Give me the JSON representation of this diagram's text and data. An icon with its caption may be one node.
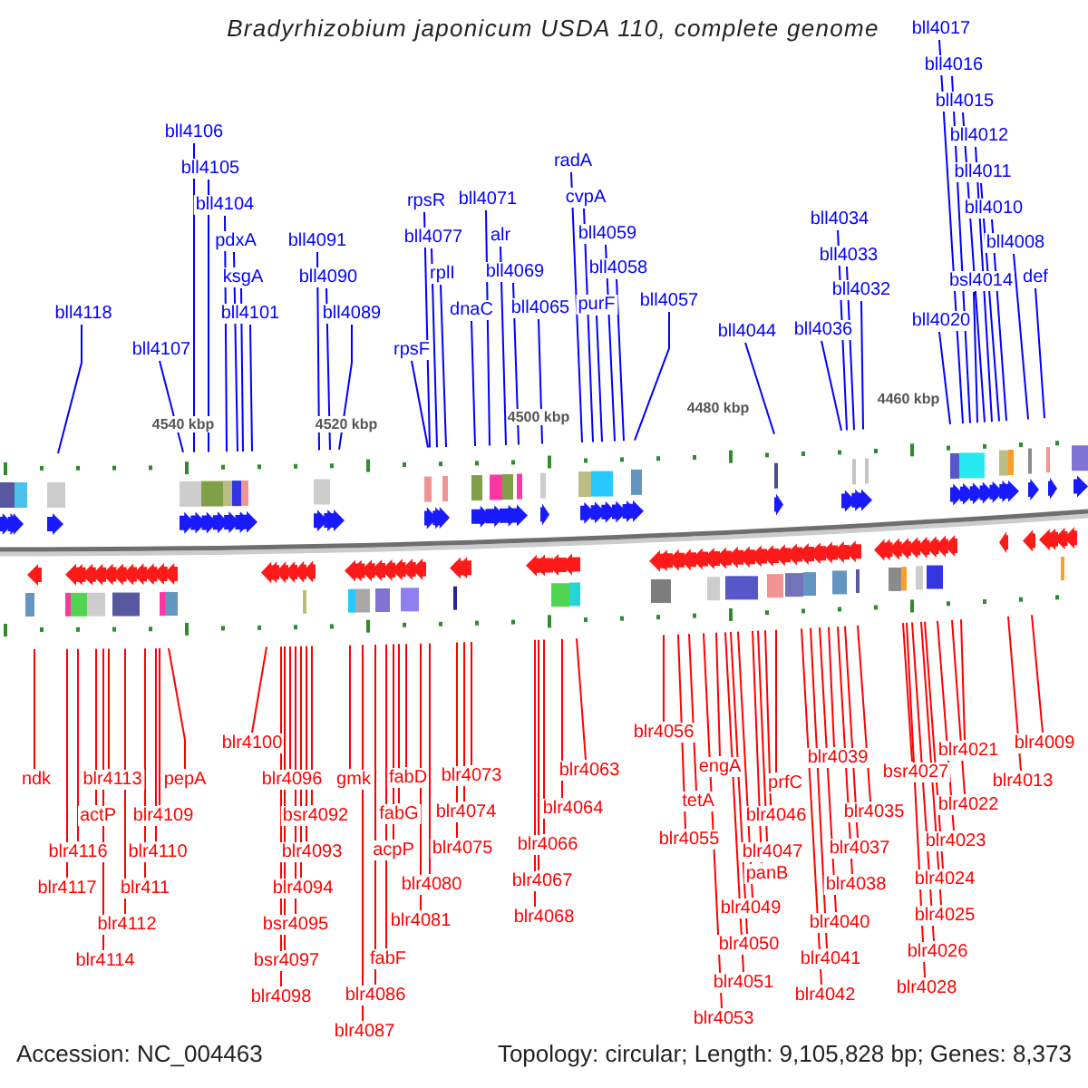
{
  "diagram": {
    "title": "Bradyrhizobium japonicum USDA 110, complete genome",
    "nodes": [
      {
        "text": [
          "bll4118"
        ]
      },
      {
        "text": [
          "bll4107"
        ]
      },
      {
        "text": [
          "bll4106"
        ]
      },
      {
        "text": [
          "bll4105"
        ]
      },
      {
        "text": [
          "bll4104"
        ]
      },
      {
        "text": [
          "pdxA"
        ]
      },
      {
        "text": [
          "ksgA"
        ]
      },
      {
        "text": [
          "bll4101"
        ]
      },
      {
        "text": [
          "bll4091"
        ]
      },
      {
        "text": [
          "bll4090"
        ]
      },
      {
        "text": [
          "bll4089"
        ]
      },
      {
        "text": [
          "rpsF"
        ]
      },
      {
        "text": [
          "rpsR"
        ]
      },
      {
        "text": [
          "bll4077"
        ]
      },
      {
        "text": [
          "rplI"
        ]
      },
      {
        "text": [
          "dnaC"
        ]
      },
      {
        "text": [
          "bll4071"
        ]
      },
      {
        "text": [
          "alr"
        ]
      },
      {
        "text": [
          "bll4069"
        ]
      },
      {
        "text": [
          "bll4065"
        ]
      },
      {
        "text": [
          "radA"
        ]
      },
      {
        "text": [
          "cvpA"
        ]
      },
      {
        "text": [
          "purF"
        ]
      },
      {
        "text": [
          "bll4059"
        ]
      },
      {
        "text": [
          "bll4058"
        ]
      },
      {
        "text": [
          "bll4057"
        ]
      },
      {
        "text": [
          "bll4044"
        ]
      },
      {
        "text": [
          "bll4036"
        ]
      },
      {
        "text": [
          "bll4034"
        ]
      },
      {
        "text": [
          "bll4033"
        ]
      },
      {
        "text": [
          "bll4032"
        ]
      },
      {
        "text": [
          "bll4020"
        ]
      },
      {
        "text": [
          "bll4017"
        ]
      },
      {
        "text": [
          "bll4016"
        ]
      },
      {
        "text": [
          "bll4015"
        ]
      },
      {
        "text": [
          "bll4012"
        ]
      },
      {
        "text": [
          "bll4011"
        ]
      },
      {
        "text": [
          "bll4010"
        ]
      },
      {
        "text": [
          "bsl4014"
        ]
      },
      {
        "text": [
          "bll4008"
        ]
      },
      {
        "text": [
          "def"
        ]
      },
      {
        "text": [
          "ndk"
        ]
      },
      {
        "text": [
          "blr4113"
        ]
      },
      {
        "text": [
          "pepA"
        ]
      },
      {
        "text": [
          "actP"
        ]
      },
      {
        "text": [
          "blr4109"
        ]
      },
      {
        "text": [
          "blr4116"
        ]
      },
      {
        "text": [
          "blr4110"
        ]
      },
      {
        "text": [
          "blr4117"
        ]
      },
      {
        "text": [
          "blr411"
        ]
      },
      {
        "text": [
          "blr4112"
        ]
      },
      {
        "text": [
          "blr4114"
        ]
      },
      {
        "text": [
          "blr4100"
        ]
      },
      {
        "text": [
          "blr4096"
        ]
      },
      {
        "text": [
          "bsr4092"
        ]
      },
      {
        "text": [
          "blr4093"
        ]
      },
      {
        "text": [
          "blr4094"
        ]
      },
      {
        "text": [
          "bsr4095"
        ]
      },
      {
        "text": [
          "bsr4097"
        ]
      },
      {
        "text": [
          "blr4098"
        ]
      },
      {
        "text": [
          "gmk"
        ]
      },
      {
        "text": [
          "fabD"
        ]
      },
      {
        "text": [
          "fabG"
        ]
      },
      {
        "text": [
          "acpP"
        ]
      },
      {
        "text": [
          "blr4080"
        ]
      },
      {
        "text": [
          "blr4081"
        ]
      },
      {
        "text": [
          "fabF"
        ]
      },
      {
        "text": [
          "blr4086"
        ]
      },
      {
        "text": [
          "blr4087"
        ]
      },
      {
        "text": [
          "blr4073"
        ]
      },
      {
        "text": [
          "blr4074"
        ]
      },
      {
        "text": [
          "blr4075"
        ]
      },
      {
        "text": [
          "blr4063"
        ]
      },
      {
        "text": [
          "blr4064"
        ]
      },
      {
        "text": [
          "blr4066"
        ]
      },
      {
        "text": [
          "blr4067"
        ]
      },
      {
        "text": [
          "blr4068"
        ]
      },
      {
        "text": [
          "blr4056"
        ]
      },
      {
        "text": [
          "engA"
        ]
      },
      {
        "text": [
          "tetA"
        ]
      },
      {
        "text": [
          "blr4055"
        ]
      },
      {
        "text": [
          "prfC"
        ]
      },
      {
        "text": [
          "blr4046"
        ]
      },
      {
        "text": [
          "blr4047"
        ]
      },
      {
        "text": [
          "panB"
        ]
      },
      {
        "text": [
          "blr4049"
        ]
      },
      {
        "text": [
          "blr4050"
        ]
      },
      {
        "text": [
          "blr4051"
        ]
      },
      {
        "text": [
          "blr4053"
        ]
      },
      {
        "text": [
          "blr4039"
        ]
      },
      {
        "text": [
          "blr4035"
        ]
      },
      {
        "text": [
          "blr4037"
        ]
      },
      {
        "text": [
          "blr4038"
        ]
      },
      {
        "text": [
          "blr4040"
        ]
      },
      {
        "text": [
          "blr4041"
        ]
      },
      {
        "text": [
          "blr4042"
        ]
      },
      {
        "text": [
          "blr4021"
        ]
      },
      {
        "text": [
          "bsr4027"
        ]
      },
      {
        "text": [
          "blr4022"
        ]
      },
      {
        "text": [
          "blr4023"
        ]
      },
      {
        "text": [
          "blr4024"
        ]
      },
      {
        "text": [
          "blr4025"
        ]
      },
      {
        "text": [
          "blr4026"
        ]
      },
      {
        "text": [
          "blr4028"
        ]
      },
      {
        "text": [
          "blr4013"
        ]
      },
      {
        "text": [
          "blr4009"
        ]
      }
    ],
    "edges": [
      {
        "from": 0,
        "to": null,
        "arrow": "none",
        "color": "#0000ff"
      },
      {
        "from": 1,
        "to": null,
        "arrow": "none",
        "color": "#0000ff"
      },
      {
        "from": 2,
        "to": null,
        "arrow": "none",
        "color": "#0000ff"
      },
      {
        "from": 3,
        "to": null,
        "arrow": "none",
        "color": "#0000ff"
      },
      {
        "from": 4,
        "to": null,
        "arrow": "none",
        "color": "#0000ff"
      },
      {
        "from": 5,
        "to": null,
        "arrow": "none",
        "color": "#0000ff"
      },
      {
        "from": 6,
        "to": null,
        "arrow": "none",
        "color": "#0000ff"
      },
      {
        "from": 7,
        "to": null,
        "arrow": "none",
        "color": "#0000ff"
      },
      {
        "from": 8,
        "to": null,
        "arrow": "none",
        "color": "#0000ff"
      },
      {
        "from": 9,
        "to": null,
        "arrow": "none",
        "color": "#0000ff"
      },
      {
        "from": 10,
        "to": null,
        "arrow": "none",
        "color": "#0000ff"
      },
      {
        "from": 11,
        "to": null,
        "arrow": "none",
        "color": "#0000ff"
      },
      {
        "from": 12,
        "to": null,
        "arrow": "none",
        "color": "#0000ff"
      },
      {
        "from": 13,
        "to": null,
        "arrow": "none",
        "color": "#0000ff"
      },
      {
        "from": 14,
        "to": null,
        "arrow": "none",
        "color": "#0000ff"
      },
      {
        "from": 15,
        "to": null,
        "arrow": "none",
        "color": "#0000ff"
      },
      {
        "from": 16,
        "to": null,
        "arrow": "none",
        "color": "#0000ff"
      },
      {
        "from": 17,
        "to": null,
        "arrow": "none",
        "color": "#0000ff"
      },
      {
        "from": 18,
        "to": null,
        "arrow": "none",
        "color": "#0000ff"
      },
      {
        "from": 19,
        "to": null,
        "arrow": "none",
        "color": "#0000ff"
      },
      {
        "from": 20,
        "to": null,
        "arrow": "none",
        "color": "#0000ff"
      },
      {
        "from": 21,
        "to": null,
        "arrow": "none",
        "color": "#0000ff"
      },
      {
        "from": 22,
        "to": null,
        "arrow": "none",
        "color": "#0000ff"
      },
      {
        "from": 23,
        "to": null,
        "arrow": "none",
        "color": "#0000ff"
      },
      {
        "from": 24,
        "to": null,
        "arrow": "none",
        "color": "#0000ff"
      },
      {
        "from": 25,
        "to": null,
        "arrow": "none",
        "color": "#0000ff"
      },
      {
        "from": 26,
        "to": null,
        "arrow": "none",
        "color": "#0000ff"
      },
      {
        "from": 27,
        "to": null,
        "arrow": "none",
        "color": "#0000ff"
      },
      {
        "from": 28,
        "to": null,
        "arrow": "none",
        "color": "#0000ff"
      },
      {
        "from": 29,
        "to": null,
        "arrow": "none",
        "color": "#0000ff"
      },
      {
        "from": 30,
        "to": null,
        "arrow": "none",
        "color": "#0000ff"
      },
      {
        "from": 31,
        "to": null,
        "arrow": "none",
        "color": "#0000ff"
      },
      {
        "from": 32,
        "to": null,
        "arrow": "none",
        "color": "#0000ff"
      },
      {
        "from": 33,
        "to": null,
        "arrow": "none",
        "color": "#0000ff"
      },
      {
        "from": 34,
        "to": null,
        "arrow": "none",
        "color": "#0000ff"
      },
      {
        "from": 35,
        "to": null,
        "arrow": "none",
        "color": "#0000ff"
      },
      {
        "from": 36,
        "to": null,
        "arrow": "none",
        "color": "#0000ff"
      },
      {
        "from": 37,
        "to": null,
        "arrow": "none",
        "color": "#0000ff"
      },
      {
        "from": 38,
        "to": null,
        "arrow": "none",
        "color": "#0000ff"
      },
      {
        "from": 39,
        "to": null,
        "arrow": "none",
        "color": "#0000ff"
      },
      {
        "from": 40,
        "to": null,
        "arrow": "none",
        "color": "#0000ff"
      },
      {
        "from": 41,
        "to": null,
        "arrow": "none"
      },
      {
        "from": 42,
        "to": null,
        "arrow": "none"
      },
      {
        "from": 43,
        "to": null,
        "arrow": "none"
      },
      {
        "from": 44,
        "to": null,
        "arrow": "none"
      },
      {
        "from": 45,
        "to": null,
        "arrow": "none"
      },
      {
        "from": 46,
        "to": null,
        "arrow": "none"
      },
      {
        "from": 47,
        "to": null,
        "arrow": "none"
      },
      {
        "from": 48,
        "to": null,
        "arrow": "none"
      },
      {
        "from": 49,
        "to": null,
        "arrow": "none"
      },
      {
        "from": 50,
        "to": null,
        "arrow": "none"
      },
      {
        "from": 51,
        "to": null,
        "arrow": "none"
      },
      {
        "from": 52,
        "to": null,
        "arrow": "none"
      },
      {
        "from": 53,
        "to": null,
        "arrow": "none"
      },
      {
        "from": 54,
        "to": null,
        "arrow": "none"
      },
      {
        "from": 55,
        "to": null,
        "arrow": "none"
      },
      {
        "from": 56,
        "to": null,
        "arrow": "none"
      },
      {
        "from": 57,
        "to": null,
        "arrow": "none"
      },
      {
        "from": 58,
        "to": null,
        "arrow": "none"
      },
      {
        "from": 59,
        "to": null,
        "arrow": "none"
      },
      {
        "from": 60,
        "to": null,
        "arrow": "none"
      },
      {
        "from": 61,
        "to": null,
        "arrow": "none"
      },
      {
        "from": 62,
        "to": null,
        "arrow": "none"
      },
      {
        "from": 63,
        "to": null,
        "arrow": "none"
      },
      {
        "from": 64,
        "to": null,
        "arrow": "none"
      },
      {
        "from": 65,
        "to": null,
        "arrow": "none"
      },
      {
        "from": 66,
        "to": null,
        "arrow": "none"
      },
      {
        "from": 67,
        "to": null,
        "arrow": "none"
      },
      {
        "from": 68,
        "to": null,
        "arrow": "none"
      },
      {
        "from": 69,
        "to": null,
        "arrow": "none"
      },
      {
        "from": 70,
        "to": null,
        "arrow": "none"
      },
      {
        "from": 71,
        "to": null,
        "arrow": "none"
      },
      {
        "from": 72,
        "to": null,
        "arrow": "none"
      },
      {
        "from": 73,
        "to": null,
        "arrow": "none"
      },
      {
        "from": 74,
        "to": null,
        "arrow": "none"
      },
      {
        "from": 75,
        "to": null,
        "arrow": "none"
      },
      {
        "from": 76,
        "to": null,
        "arrow": "none"
      },
      {
        "from": 77,
        "to": null,
        "arrow": "none"
      },
      {
        "from": 78,
        "to": null,
        "arrow": "none"
      },
      {
        "from": 79,
        "to": null,
        "arrow": "none"
      },
      {
        "from": 80,
        "to": null,
        "arrow": "none"
      },
      {
        "from": 81,
        "to": null,
        "arrow": "none"
      },
      {
        "from": 82,
        "to": null,
        "arrow": "none"
      },
      {
        "from": 83,
        "to": null,
        "arrow": "none"
      },
      {
        "from": 84,
        "to": null,
        "arrow": "none"
      },
      {
        "from": 85,
        "to": null,
        "arrow": "none"
      },
      {
        "from": 86,
        "to": null,
        "arrow": "none"
      },
      {
        "from": 87,
        "to": null,
        "arrow": "none"
      },
      {
        "from": 88,
        "to": null,
        "arrow": "none"
      },
      {
        "from": 89,
        "to": null,
        "arrow": "none"
      },
      {
        "from": 90,
        "to": null,
        "arrow": "none"
      },
      {
        "from": 91,
        "to": null,
        "arrow": "none"
      },
      {
        "from": 92,
        "to": null,
        "arrow": "none"
      },
      {
        "from": 93,
        "to": null,
        "arrow": "none"
      },
      {
        "from": 94,
        "to": null,
        "arrow": "none"
      },
      {
        "from": 95,
        "to": null,
        "arrow": "none"
      },
      {
        "from": 96,
        "to": null,
        "arrow": "none"
      },
      {
        "from": 97,
        "to": null,
        "arrow": "none"
      },
      {
        "from": 98,
        "to": null,
        "arrow": "none"
      },
      {
        "from": 99,
        "to": null,
        "arrow": "none"
      },
      {
        "from": 100,
        "to": null,
        "arrow": "none"
      },
      {
        "from": 101,
        "to": null,
        "arrow": "none"
      },
      {
        "from": 102,
        "to": null,
        "arrow": "none"
      },
      {
        "from": 103,
        "to": null,
        "arrow": "none"
      },
      {
        "from": 104,
        "to": null,
        "arrow": "none"
      },
      {
        "from": 105,
        "to": null,
        "arrow": "none"
      }
    ],
    "labels": [
      "4540 kbp",
      "4520 kbp",
      "4500 kbp",
      "4480 kbp",
      "4460 kbp",
      "Accession: NC_004463",
      "Topology: circular; Length: 9,105,828 bp; Genes: 8,373"
    ]
  }
}
